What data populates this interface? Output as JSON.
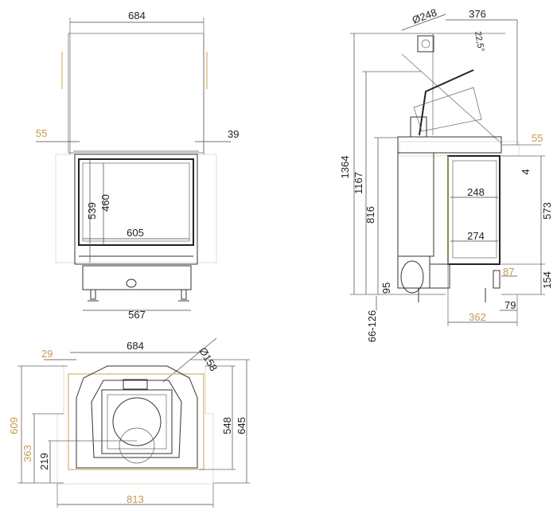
{
  "colors": {
    "line": "#333333",
    "accent_gold": "#c49a4e"
  },
  "front_view": {
    "width_top": "684",
    "left_offset": "55",
    "right_offset": "39",
    "height_outer": "539",
    "height_glass": "460",
    "width_glass": "605",
    "width_base": "567"
  },
  "side_view": {
    "flue_diameter": "Ø248",
    "depth_top": "376",
    "angle": "22,5°",
    "height_total": "1364",
    "height_flue": "1167",
    "height_body": "816",
    "foot_offset": "95",
    "leg_range": "66-126",
    "top_offset": "55",
    "gap": "4",
    "glass_depth_top": "248",
    "glass_depth_bottom": "274",
    "glass_height": "573",
    "base_height": "154",
    "front_offset": "87",
    "leg_offset": "79",
    "base_depth": "362"
  },
  "plan_view": {
    "width_top": "684",
    "side_offset": "29",
    "flue_diameter": "Ø158",
    "depth_total": "609",
    "depth_mid": "363",
    "depth_flue": "219",
    "depth_body": "548",
    "depth_outer": "645",
    "width_outer": "813"
  }
}
